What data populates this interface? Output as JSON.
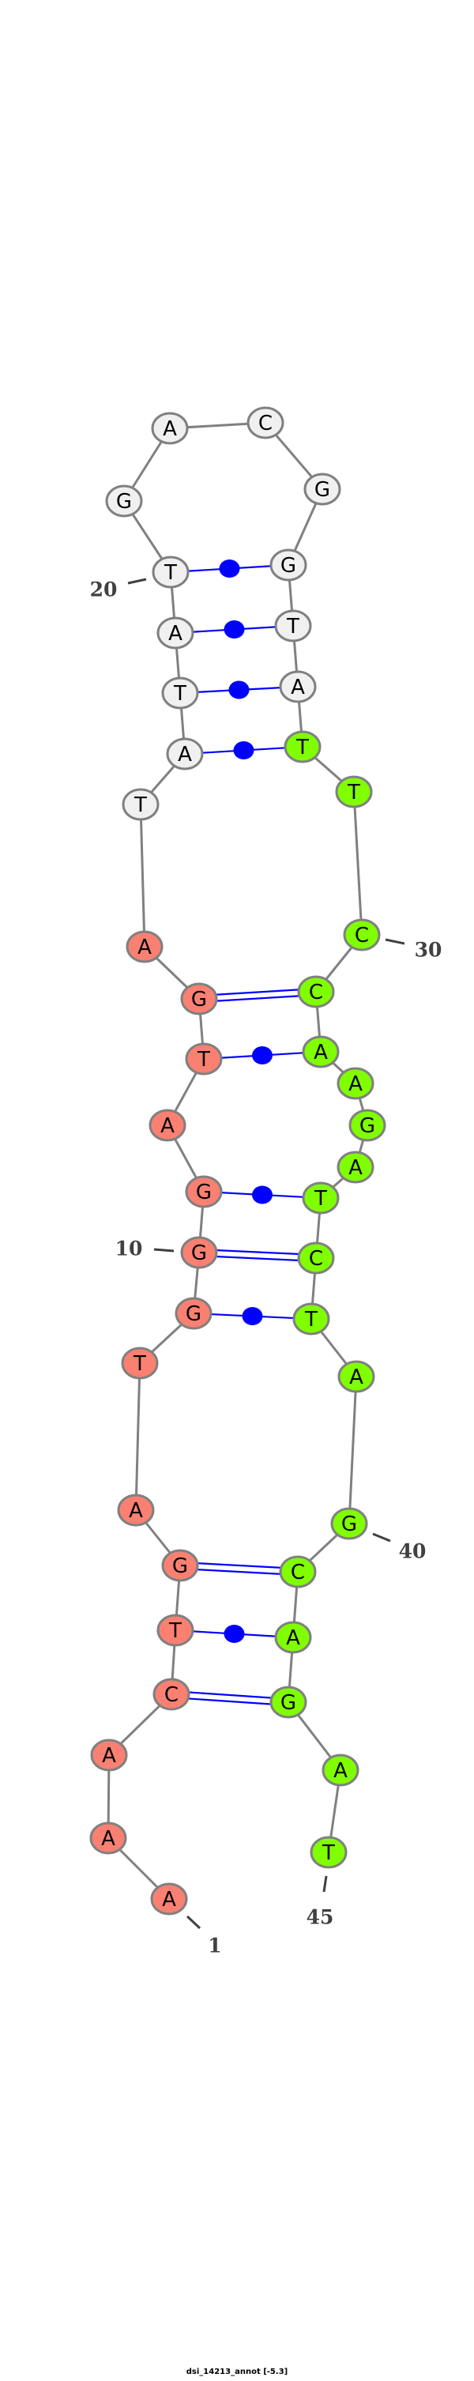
{
  "title": "dsi_14213_annot [-5.3]",
  "sequence": [
    "A",
    "A",
    "A",
    "C",
    "T",
    "G",
    "A",
    "T",
    "G",
    "G",
    "G",
    "A",
    "T",
    "G",
    "A",
    "T",
    "A",
    "T",
    "A",
    "T",
    "G",
    "A",
    "C",
    "G",
    "G",
    "T",
    "A",
    "T",
    "T",
    "C",
    "C",
    "A",
    "A",
    "G",
    "A",
    "T",
    "C",
    "T",
    "A",
    "G",
    "C",
    "A",
    "G",
    "A",
    "T"
  ],
  "regions": [
    {
      "from": 1,
      "to": 15,
      "color": "#fa8072"
    },
    {
      "from": 16,
      "to": 27,
      "color": "#f0f0f0"
    },
    {
      "from": 28,
      "to": 45,
      "color": "#7fff00"
    }
  ],
  "pairs": [
    {
      "i": 4,
      "j": 43,
      "type": "canonical"
    },
    {
      "i": 5,
      "j": 42,
      "type": "non-canonical"
    },
    {
      "i": 6,
      "j": 41,
      "type": "canonical"
    },
    {
      "i": 9,
      "j": 38,
      "type": "non-canonical"
    },
    {
      "i": 10,
      "j": 37,
      "type": "canonical"
    },
    {
      "i": 11,
      "j": 36,
      "type": "non-canonical"
    },
    {
      "i": 13,
      "j": 32,
      "type": "non-canonical"
    },
    {
      "i": 14,
      "j": 31,
      "type": "canonical"
    },
    {
      "i": 17,
      "j": 28,
      "type": "non-canonical"
    },
    {
      "i": 18,
      "j": 27,
      "type": "non-canonical"
    },
    {
      "i": 19,
      "j": 26,
      "type": "non-canonical"
    },
    {
      "i": 20,
      "j": 25,
      "type": "non-canonical"
    }
  ],
  "position_labels": [
    "1",
    "10",
    "20",
    "30",
    "40",
    "45"
  ],
  "colors": {
    "backbone": "#808080",
    "pair": "#0000ff",
    "label": "#404040"
  }
}
